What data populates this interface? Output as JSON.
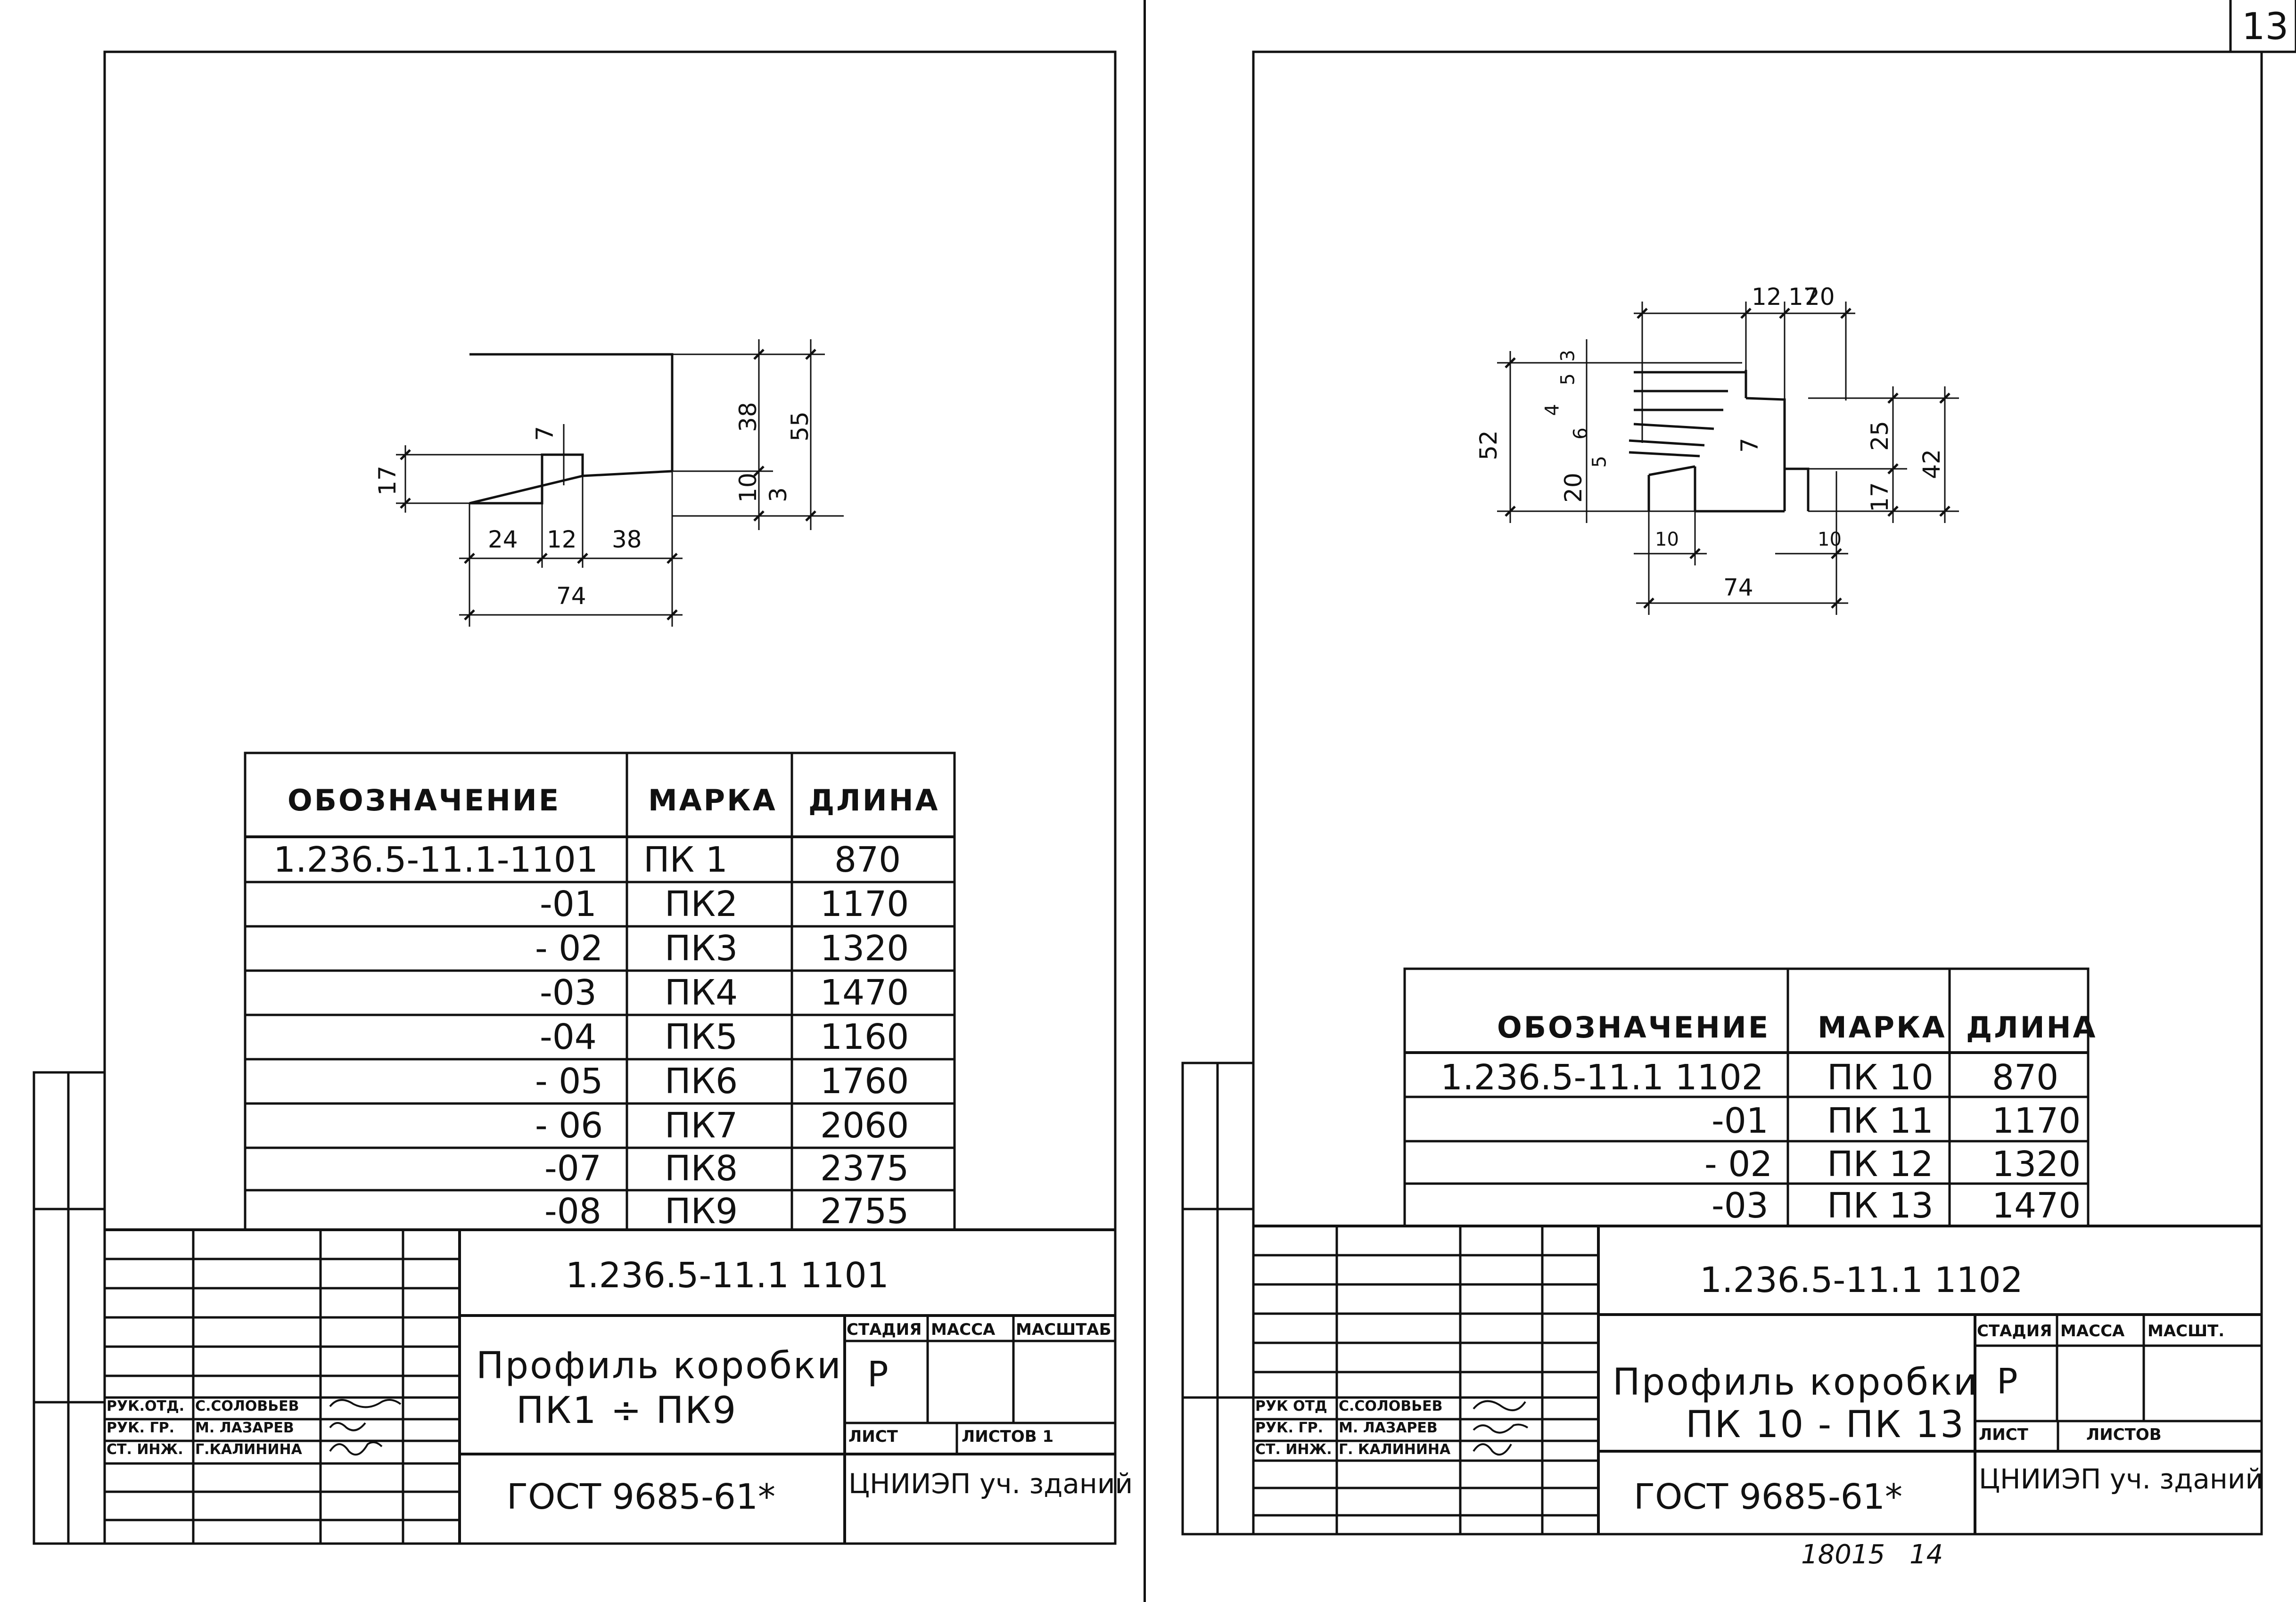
{
  "page_number": "13",
  "bottom_note": {
    "code": "18015",
    "num": "14"
  },
  "sheets": [
    {
      "id": "left",
      "drawing": {
        "dims": {
          "d74": "74",
          "d24": "24",
          "d12": "12",
          "d38b": "38",
          "d17": "17",
          "d7": "7",
          "d38r": "38",
          "d55": "55",
          "d10": "10",
          "d3": "3"
        }
      },
      "spec_table": {
        "headers": [
          "ОБОЗНАЧЕНИЕ",
          "МАРКА",
          "ДЛИНА"
        ],
        "rows": [
          [
            "1.236.5-11.1-1101",
            "ПК 1",
            "870"
          ],
          [
            "-01",
            "ПК2",
            "1170"
          ],
          [
            "- 02",
            "ПК3",
            "1320"
          ],
          [
            "-03",
            "ПК4",
            "1470"
          ],
          [
            "-04",
            "ПК5",
            "1160"
          ],
          [
            "- 05",
            "ПК6",
            "1760"
          ],
          [
            "- 06",
            "ПК7",
            "2060"
          ],
          [
            "-07",
            "ПК8",
            "2375"
          ],
          [
            "-08",
            "ПК9",
            "2755"
          ]
        ]
      },
      "title_block": {
        "doc_code": "1.236.5-11.1 1101",
        "title_line1": "Профиль коробки",
        "title_line2": "ПК1 ÷ ПК9",
        "gost": "ГОСТ 9685-61*",
        "stage_label": "СТАДИЯ",
        "mass_label": "МАССА",
        "scale_label": "МАСШТАБ",
        "stage_value": "Р",
        "sheet_label": "ЛИСТ",
        "sheets_label": "ЛИСТОВ 1",
        "org": "ЦНИИЭП уч. зданий",
        "signatures": [
          {
            "role": "РУК.ОТД.",
            "name": "С.СОЛОВЬЕВ"
          },
          {
            "role": "РУК. ГР.",
            "name": "М. ЛАЗАРЕВ"
          },
          {
            "role": "СТ. ИНЖ.",
            "name": "Г.КАЛИНИНА"
          }
        ]
      }
    },
    {
      "id": "right",
      "drawing": {
        "dims": {
          "d12": "12",
          "d17": "17",
          "d20": "20",
          "d3": "3",
          "d5a": "5",
          "d4": "4",
          "d6": "6",
          "d5b": "5",
          "d52": "52",
          "d20v": "20",
          "d7": "7",
          "d25": "25",
          "d42": "42",
          "d17v": "17",
          "d10a": "10",
          "d10b": "10",
          "d74": "74"
        }
      },
      "spec_table": {
        "headers": [
          "ОБОЗНАЧЕНИЕ",
          "МАРКА",
          "ДЛИНА"
        ],
        "rows": [
          [
            "1.236.5-11.1 1102",
            "ПК 10",
            "870"
          ],
          [
            "-01",
            "ПК 11",
            "1170"
          ],
          [
            "- 02",
            "ПК 12",
            "1320"
          ],
          [
            "-03",
            "ПК 13",
            "1470"
          ]
        ]
      },
      "title_block": {
        "doc_code": "1.236.5-11.1 1102",
        "title_line1": "Профиль коробки",
        "title_line2": "ПК 10 - ПК 13",
        "gost": "ГОСТ 9685-61*",
        "stage_label": "СТАДИЯ",
        "mass_label": "МАССА",
        "scale_label": "МАСШТ.",
        "stage_value": "Р",
        "sheet_label": "ЛИСТ",
        "sheets_label": "ЛИСТОВ",
        "org": "ЦНИИЭП уч. зданий",
        "signatures": [
          {
            "role": "РУК ОТД",
            "name": "С.СОЛОВЬЕВ"
          },
          {
            "role": "РУК. ГР.",
            "name": "М. ЛАЗАРЕВ"
          },
          {
            "role": "СТ. ИНЖ.",
            "name": "Г. КАЛИНИНА"
          }
        ]
      }
    }
  ]
}
